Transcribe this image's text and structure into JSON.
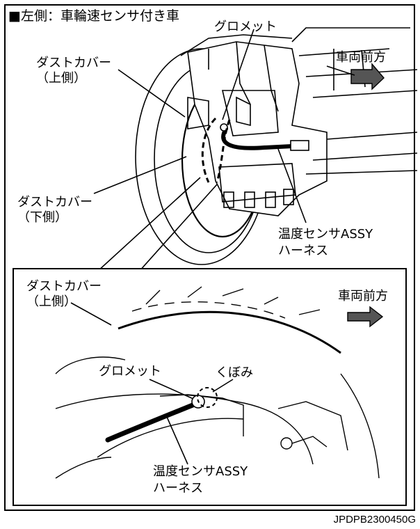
{
  "title": "■左側：車輪速センサ付き車",
  "upper_view": {
    "grommet": "グロメット",
    "vehicle_front": "車両前方",
    "dust_cover_upper_1": "ダストカバー",
    "dust_cover_upper_2": "（上側）",
    "dust_cover_lower_1": "ダストカバー",
    "dust_cover_lower_2": "（下側）",
    "harness_1": "温度センサASSY",
    "harness_2": "ハーネス"
  },
  "detail_view": {
    "dust_cover_upper_1": "ダストカバー",
    "dust_cover_upper_2": "（上側）",
    "vehicle_front": "車両前方",
    "grommet": "グロメット",
    "recess": "くぼみ",
    "harness_1": "温度センサASSY",
    "harness_2": "ハーネス"
  },
  "figure_code": "JPDPB2300450G"
}
